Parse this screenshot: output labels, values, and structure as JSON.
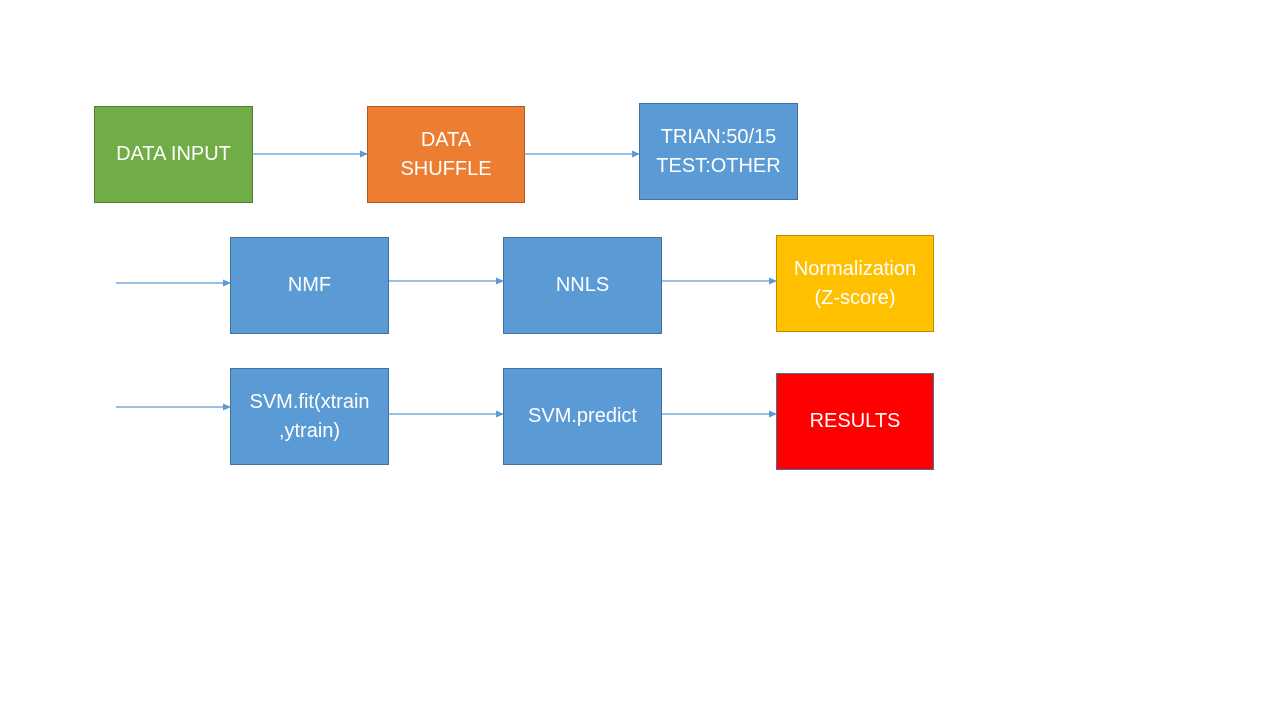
{
  "diagram": {
    "nodes": {
      "data_input": {
        "label": "DATA INPUT"
      },
      "data_shuffle": {
        "label": "DATA\nSHUFFLE"
      },
      "train_test": {
        "label": "TRIAN:50/15\nTEST:OTHER"
      },
      "nmf": {
        "label": "NMF"
      },
      "nnls": {
        "label": "NNLS"
      },
      "normalization": {
        "label": "Normalization\n(Z-score)"
      },
      "svm_fit": {
        "label": "SVM.fit(xtrain\n,ytrain)"
      },
      "svm_predict": {
        "label": "SVM.predict"
      },
      "results": {
        "label": "RESULTS"
      }
    },
    "edges": [
      {
        "from": "data_input",
        "to": "data_shuffle"
      },
      {
        "from": "data_shuffle",
        "to": "train_test"
      },
      {
        "from": "",
        "to": "nmf"
      },
      {
        "from": "nmf",
        "to": "nnls"
      },
      {
        "from": "nnls",
        "to": "normalization"
      },
      {
        "from": "",
        "to": "svm_fit"
      },
      {
        "from": "svm_fit",
        "to": "svm_predict"
      },
      {
        "from": "svm_predict",
        "to": "results"
      }
    ],
    "colors": {
      "green": "#70ad47",
      "orange": "#ed7d31",
      "blue": "#5b9bd5",
      "yellow": "#ffc000",
      "red": "#ff0000",
      "arrow": "#5b9bd5"
    }
  }
}
